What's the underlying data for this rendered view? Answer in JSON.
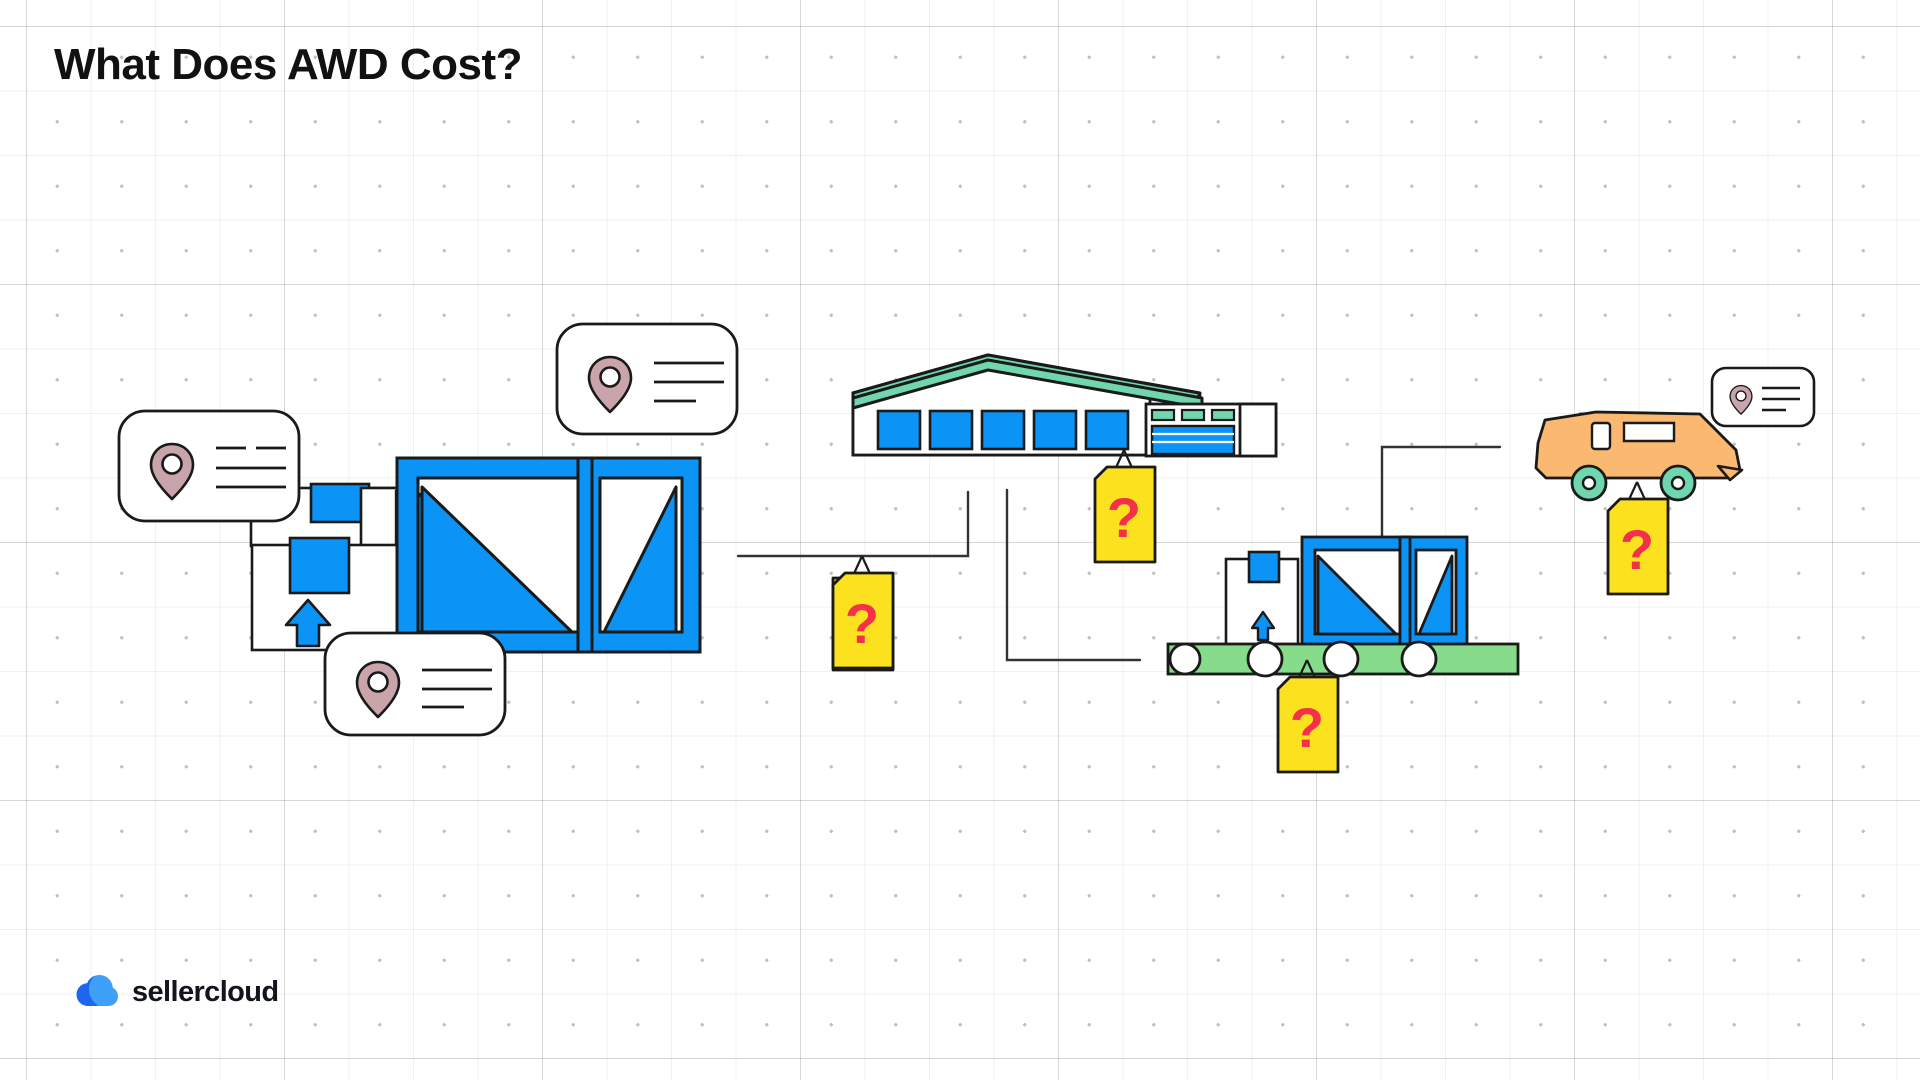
{
  "page": {
    "title": "What Does AWD Cost?",
    "background_color": "#ffffff",
    "grid_color": "#e6e6e6"
  },
  "brand": {
    "name": "sellercloud",
    "logo_icon": "cloud-icon",
    "logo_color_primary": "#1e66f0",
    "logo_color_secondary": "#3ea0f7",
    "text_color": "#12161c"
  },
  "palette": {
    "blue": "#0b93f6",
    "mint": "#6fd6ae",
    "yellow": "#fbe11e",
    "red": "#f4304a",
    "orange": "#fbb871",
    "mauve": "#c9a4ab",
    "green": "#86dc8a",
    "outline": "#1a1a1a"
  },
  "illustration": {
    "description": "Amazon Warehousing and Distribution flow: packages, warehouse, conveyor pallet, delivery van, each with a question-mark price tag",
    "nodes": [
      {
        "id": "packages",
        "name": "stacked-packages",
        "icon": "boxes-icon",
        "accent": "#0b93f6"
      },
      {
        "id": "warehouse",
        "name": "warehouse-building",
        "icon": "warehouse-icon",
        "roof_color": "#6fd6ae",
        "door_color": "#0b93f6",
        "door_count": 5
      },
      {
        "id": "conveyor",
        "name": "conveyor-pallet",
        "icon": "conveyor-icon",
        "belt_color": "#86dc8a",
        "roller_count": 4
      },
      {
        "id": "van",
        "name": "delivery-van",
        "icon": "van-icon",
        "body_color": "#fbb871",
        "wheel_color": "#6fd6ae"
      }
    ],
    "price_tags": [
      {
        "id": "tag-1",
        "name": "price-tag-packages",
        "symbol": "?",
        "color": "#fbe11e",
        "symbol_color": "#f4304a"
      },
      {
        "id": "tag-2",
        "name": "price-tag-warehouse",
        "symbol": "?",
        "color": "#fbe11e",
        "symbol_color": "#f4304a"
      },
      {
        "id": "tag-3",
        "name": "price-tag-conveyor",
        "symbol": "?",
        "color": "#fbe11e",
        "symbol_color": "#f4304a"
      },
      {
        "id": "tag-4",
        "name": "price-tag-van",
        "symbol": "?",
        "color": "#fbe11e",
        "symbol_color": "#f4304a"
      }
    ],
    "location_cards": [
      {
        "id": "card-1",
        "name": "location-card-upper-left",
        "icon": "map-pin-icon",
        "line_count": 3
      },
      {
        "id": "card-2",
        "name": "location-card-top-middle",
        "icon": "map-pin-icon",
        "line_count": 3
      },
      {
        "id": "card-3",
        "name": "location-card-lower-left",
        "icon": "map-pin-icon",
        "line_count": 2
      },
      {
        "id": "card-4",
        "name": "location-card-right",
        "icon": "map-pin-icon",
        "line_count": 2
      }
    ]
  }
}
